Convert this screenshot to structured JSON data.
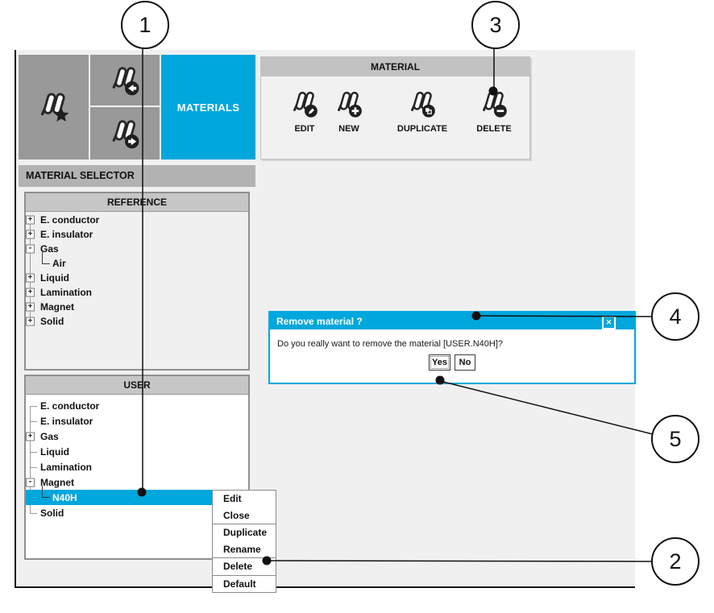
{
  "app": {
    "accent": "#00a7dd",
    "button_gray": "#999999"
  },
  "left_toolbar": {
    "materials_tab": "MATERIALS",
    "buttons": [
      {
        "icon": "material-star-icon"
      },
      {
        "icon": "material-previous-icon"
      },
      {
        "icon": "material-next-icon"
      }
    ]
  },
  "material_toolbar": {
    "title": "MATERIAL",
    "buttons": [
      {
        "label": "EDIT",
        "icon": "material-edit-icon"
      },
      {
        "label": "NEW",
        "icon": "material-new-icon"
      },
      {
        "label": "DUPLICATE",
        "icon": "material-duplicate-icon"
      },
      {
        "label": "DELETE",
        "icon": "material-delete-icon"
      }
    ]
  },
  "selector": {
    "title": "MATERIAL SELECTOR",
    "reference": {
      "title": "REFERENCE",
      "items": [
        {
          "label": "E. conductor",
          "glyph": "+"
        },
        {
          "label": "E. insulator",
          "glyph": "+"
        },
        {
          "label": "Gas",
          "glyph": "-"
        },
        {
          "label": "Air"
        },
        {
          "label": "Liquid",
          "glyph": "+"
        },
        {
          "label": "Lamination",
          "glyph": "+"
        },
        {
          "label": "Magnet",
          "glyph": "+"
        },
        {
          "label": "Solid",
          "glyph": "+"
        }
      ]
    },
    "user": {
      "title": "USER",
      "items": [
        {
          "label": "E. conductor"
        },
        {
          "label": "E. insulator"
        },
        {
          "label": "Gas",
          "glyph": "+"
        },
        {
          "label": "Liquid"
        },
        {
          "label": "Lamination"
        },
        {
          "label": "Magnet",
          "glyph": "-"
        },
        {
          "label": "N40H",
          "selected": true
        },
        {
          "label": "Solid"
        }
      ]
    }
  },
  "context_menu": {
    "items": [
      "Edit",
      "Close",
      "Duplicate",
      "Rename",
      "Delete",
      "Default"
    ]
  },
  "dialog": {
    "title": "Remove material ?",
    "message": "Do you really want to remove the material [USER.N40H]?",
    "yes_label": "Yes",
    "no_label": "No",
    "close_glyph": "✕"
  },
  "callouts": [
    {
      "label": "1"
    },
    {
      "label": "2"
    },
    {
      "label": "3"
    },
    {
      "label": "4"
    },
    {
      "label": "5"
    }
  ]
}
